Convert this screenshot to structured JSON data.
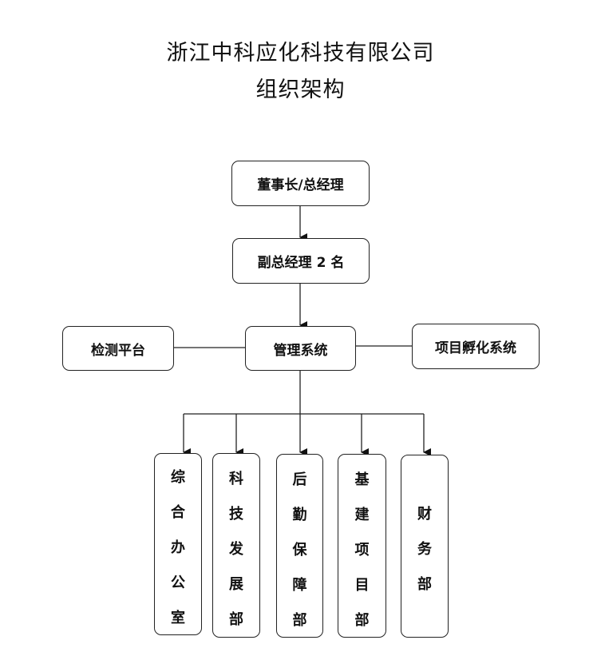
{
  "title": {
    "line1": "浙江中科应化科技有限公司",
    "line2": "组织架构"
  },
  "nodes": {
    "chairman": "董事长/总经理",
    "vice_gm": "副总经理 2 名",
    "management": "管理系统",
    "testing": "检测平台",
    "incubation": "项目孵化系统"
  },
  "departments": [
    "综合办公室",
    "科技发展部",
    "后勤保障部",
    "基建项目部",
    "财务部"
  ]
}
